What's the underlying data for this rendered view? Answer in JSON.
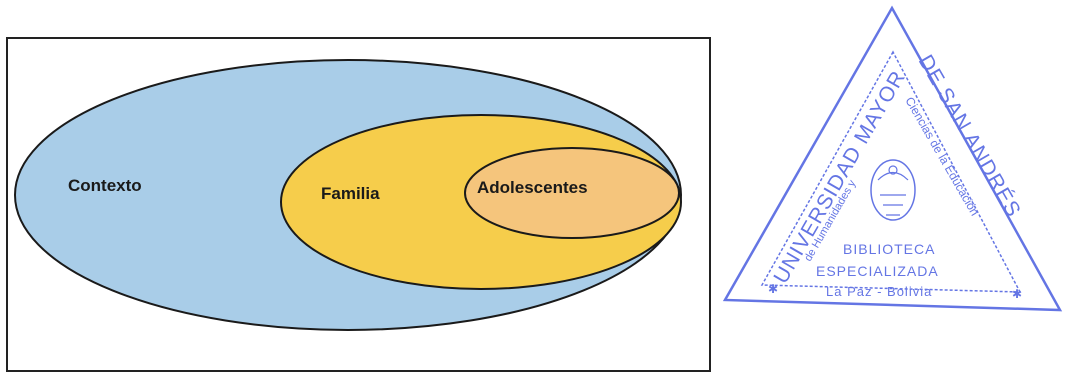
{
  "diagram": {
    "circles": [
      {
        "id": "contexto",
        "label": "Contexto",
        "color": "#a9cde8"
      },
      {
        "id": "familia",
        "label": "Familia",
        "color": "#f6cd4b"
      },
      {
        "id": "adolescentes",
        "label": "Adolescentes",
        "color": "#f5c57c"
      }
    ],
    "stroke_color": "#1a1a1a"
  },
  "stamp": {
    "color": "#4a5ee0",
    "top_text": "DE SAN ANDRÉS",
    "left_text": "UNIVERSIDAD MAYOR",
    "inner_text": "Ciencias de la Educación",
    "inner_text_2": "de Humanidades y",
    "line1": "BIBLIOTECA",
    "line2": "ESPECIALIZADA",
    "line3": "La Paz - Bolivia"
  }
}
